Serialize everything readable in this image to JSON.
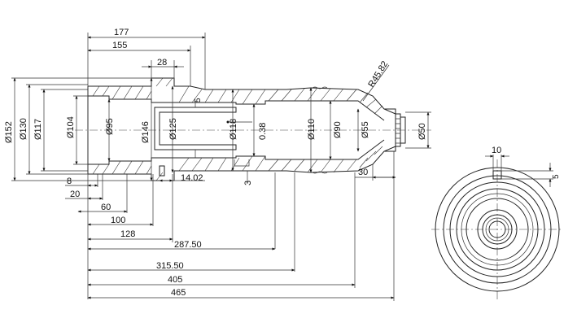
{
  "side_view": {
    "horizontal_dims": {
      "d177": "177",
      "d155": "155",
      "d28": "28",
      "d8": "8",
      "d20": "20",
      "d60": "60",
      "d100": "100",
      "d128": "128",
      "d287_50": "287.50",
      "d315_50": "315.50",
      "d405": "405",
      "d465": "465",
      "d14_02": "14.02",
      "d30": "30",
      "d3": "3"
    },
    "diameters": {
      "phi152": "Ø152",
      "phi130": "Ø130",
      "phi117": "Ø117",
      "phi104": "Ø104",
      "phi95": "Ø95",
      "phi146": "Ø146",
      "phi125": "Ø125",
      "phi118": "Ø118",
      "phi110": "Ø110",
      "phi90": "Ø90",
      "phi55": "Ø55",
      "phi50": "Ø50"
    },
    "radius": "R45.82",
    "clearance": "0.38",
    "slot_mark": "5"
  },
  "end_view": {
    "dim_top": "10",
    "dim_side": "5"
  }
}
